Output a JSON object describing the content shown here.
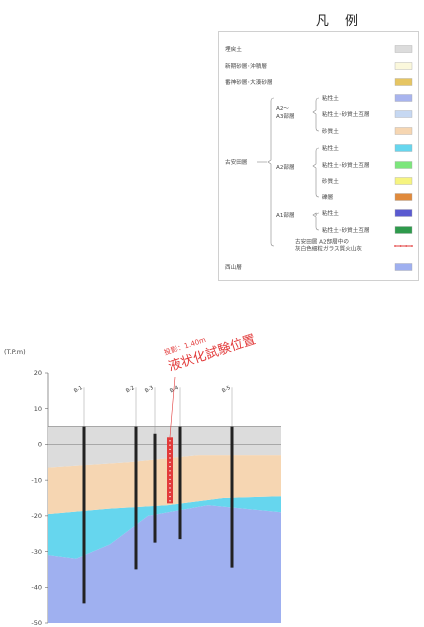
{
  "legend": {
    "title": "凡 例",
    "items": [
      {
        "label": "埋戻土",
        "color": "#dcdcdc"
      },
      {
        "label": "新期砂層･沖積層",
        "color": "#fbf8dc"
      },
      {
        "label": "番神砂層･大湊砂層",
        "color": "#e6c562"
      },
      {
        "label": "粘性土",
        "color": "#a8b4ee"
      },
      {
        "label": "粘性土･砂質土互層",
        "color": "#c6d8f2"
      },
      {
        "label": "砂質土",
        "color": "#f6d6b2"
      },
      {
        "label": "粘性土",
        "color": "#66d6ee"
      },
      {
        "label": "粘性土･砂質土互層",
        "color": "#7ce67c"
      },
      {
        "label": "砂質土",
        "color": "#f6f480"
      },
      {
        "label": "礫層",
        "color": "#e08a3c"
      },
      {
        "label": "粘性土",
        "color": "#5a5ad0"
      },
      {
        "label": "粘性土･砂質土互層",
        "color": "#2e9a4c"
      },
      {
        "label": "古安田層 A2部層中の",
        "label2": "灰白色細粒ガラス質火山灰",
        "color": "#e23a3a"
      },
      {
        "label": "西山層",
        "color": "#9fb0f0"
      }
    ],
    "groups": {
      "furuyasuda": "古安田層",
      "a2a3_line1": "A2〜",
      "a2a3_line2": "A3部層",
      "a2": "A2部層",
      "a1": "A1部層"
    }
  },
  "section": {
    "ylabel": "(T.P.m)",
    "yticks": [
      20,
      10,
      0,
      -10,
      -20,
      -30,
      -40,
      -50
    ],
    "ylim": [
      -50,
      20
    ],
    "annotation_small": "投影：1.40m",
    "annotation_big": "液状化試験位置",
    "boreholes": [
      {
        "label": "B-1",
        "top": 5,
        "bottom": -44.5
      },
      {
        "label": "B-2",
        "top": 5,
        "bottom": -35
      },
      {
        "label": "B-3",
        "top": 3,
        "bottom": -27.5
      },
      {
        "label": "B-4",
        "top": 5,
        "bottom": -26.5
      },
      {
        "label": "B-5",
        "top": 5,
        "bottom": -34.5
      }
    ],
    "test_sample": {
      "top": 2,
      "bottom": -16.5,
      "color": "#e23a3a"
    },
    "colors": {
      "backfill": "#dcdcdc",
      "sand": "#f6d6b2",
      "clay_a2": "#66d6ee",
      "nishiyama": "#9fb0f0"
    }
  }
}
